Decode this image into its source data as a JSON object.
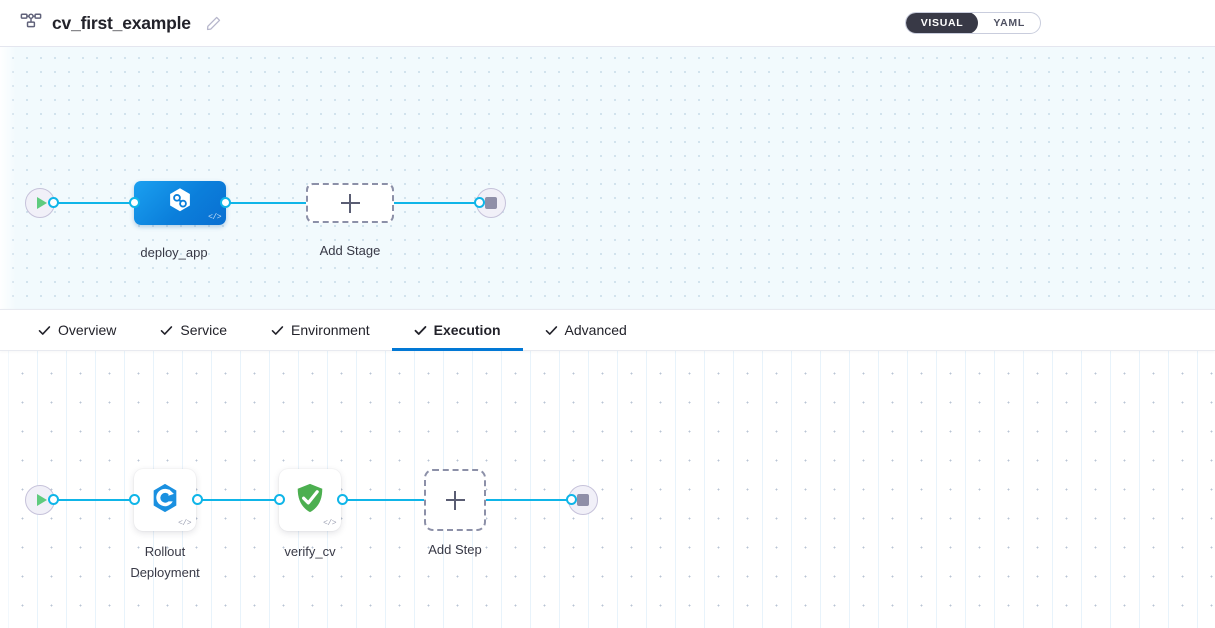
{
  "header": {
    "icon": "pipeline-diagram-icon",
    "title": "cv_first_example",
    "edit_icon": "pencil-icon",
    "mode_toggle": {
      "options": [
        {
          "label": "VISUAL",
          "active": true
        },
        {
          "label": "YAML",
          "active": false
        }
      ]
    }
  },
  "tabs": [
    {
      "label": "Overview",
      "icon": "check-icon",
      "active": false
    },
    {
      "label": "Service",
      "icon": "check-icon",
      "active": false
    },
    {
      "label": "Environment",
      "icon": "check-icon",
      "active": false
    },
    {
      "label": "Execution",
      "icon": "check-icon",
      "active": true
    },
    {
      "label": "Advanced",
      "icon": "check-icon",
      "active": false
    }
  ],
  "stage_canvas": {
    "start_node": {
      "icon": "play-icon"
    },
    "end_node": {
      "icon": "stop-icon"
    },
    "stages": [
      {
        "label": "deploy_app",
        "icon": "harness-cd-hexagon-icon",
        "code_glyph": "</>",
        "selected": true
      }
    ],
    "add_stage": {
      "label": "Add Stage",
      "icon": "plus-icon"
    }
  },
  "step_canvas": {
    "start_node": {
      "icon": "play-icon"
    },
    "end_node": {
      "icon": "stop-icon"
    },
    "steps": [
      {
        "label": "Rollout\nDeployment",
        "icon": "rollout-deployment-icon",
        "code_glyph": "</>"
      },
      {
        "label": "verify_cv",
        "icon": "green-shield-check-icon",
        "code_glyph": "</>"
      }
    ],
    "add_step": {
      "label": "Add Step",
      "icon": "plus-icon"
    }
  },
  "colors": {
    "accent_blue": "#0278d5",
    "edge_blue": "#0fb5e8",
    "stage_blue": "#0b7fdb",
    "verify_green": "#4caf50",
    "toggle_dark": "#383946",
    "canvas_top_bg": "#f2fafd"
  }
}
